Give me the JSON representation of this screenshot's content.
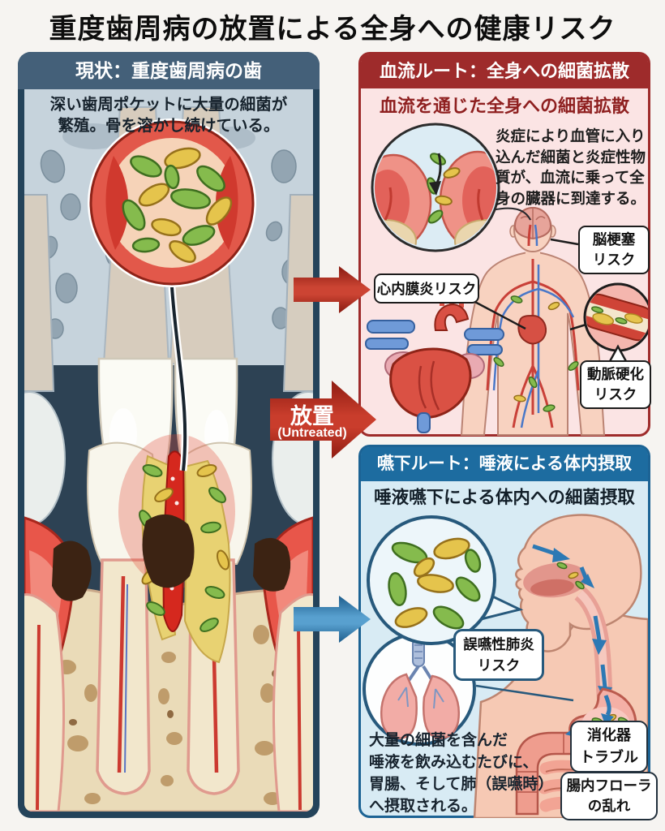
{
  "title": "重度歯周病の放置による全身への健康リスク",
  "colors": {
    "page_bg": "#f6f4f1",
    "left_panel_frame": "#24435a",
    "left_panel_header_bg": "#446079",
    "blood_accent": "#9e2b2b",
    "blood_panel_bg": "#fbe4e4",
    "swallow_accent": "#1c6394",
    "swallow_panel_bg": "#d8ebf4",
    "arrow_red": "#b52c20",
    "arrow_blue": "#2f7db6",
    "bacteria_green": "#85bb4d",
    "bacteria_yellow": "#e5c44c"
  },
  "left_panel": {
    "header": "現状：重度歯周病の歯",
    "description_lines": [
      "深い歯周ポケットに大量の細菌が",
      "繁殖。骨を溶かし続けている。"
    ],
    "illustrations": [
      "tooth-cross-section",
      "bacteria-magnifier"
    ]
  },
  "flow": {
    "untreated_ja": "放置",
    "untreated_en": "(Untreated)"
  },
  "blood_panel": {
    "header": "血流ルート：全身への細菌拡散",
    "subtitle": "血流を通じた全身への細菌拡散",
    "description_lines": [
      "炎症により血管に入り",
      "込んだ細菌と炎症性物",
      "質が、血流に乗って全",
      "身の臓器に到達する。"
    ],
    "labels": {
      "endocarditis": "心内膜炎リスク",
      "brain_lines": [
        "脳梗塞",
        "リスク"
      ],
      "artery_lines": [
        "動脈硬化",
        "リスク"
      ]
    },
    "illustrations": [
      "gum-bloodvessel-circle",
      "human-body-vessels",
      "heart",
      "artery-plaque-circle"
    ]
  },
  "swallow_panel": {
    "header": "嚥下ルート：唾液による体内摂取",
    "subtitle": "唾液嚥下による体内への細菌摂取",
    "description_lines": [
      "大量の細菌を含んだ",
      "唾液を飲み込むたびに、",
      "胃腸、そして肺（誤嚥時）",
      "へ摂取される。"
    ],
    "labels": {
      "aspiration_lines": [
        "誤嚥性肺炎",
        "リスク"
      ],
      "digestive_lines": [
        "消化器",
        "トラブル"
      ],
      "flora_lines": [
        "腸内フローラ",
        "の乱れ"
      ]
    },
    "illustrations": [
      "bacteria-circle",
      "head-swallow-profile",
      "lungs-circle",
      "stomach-intestines"
    ]
  }
}
